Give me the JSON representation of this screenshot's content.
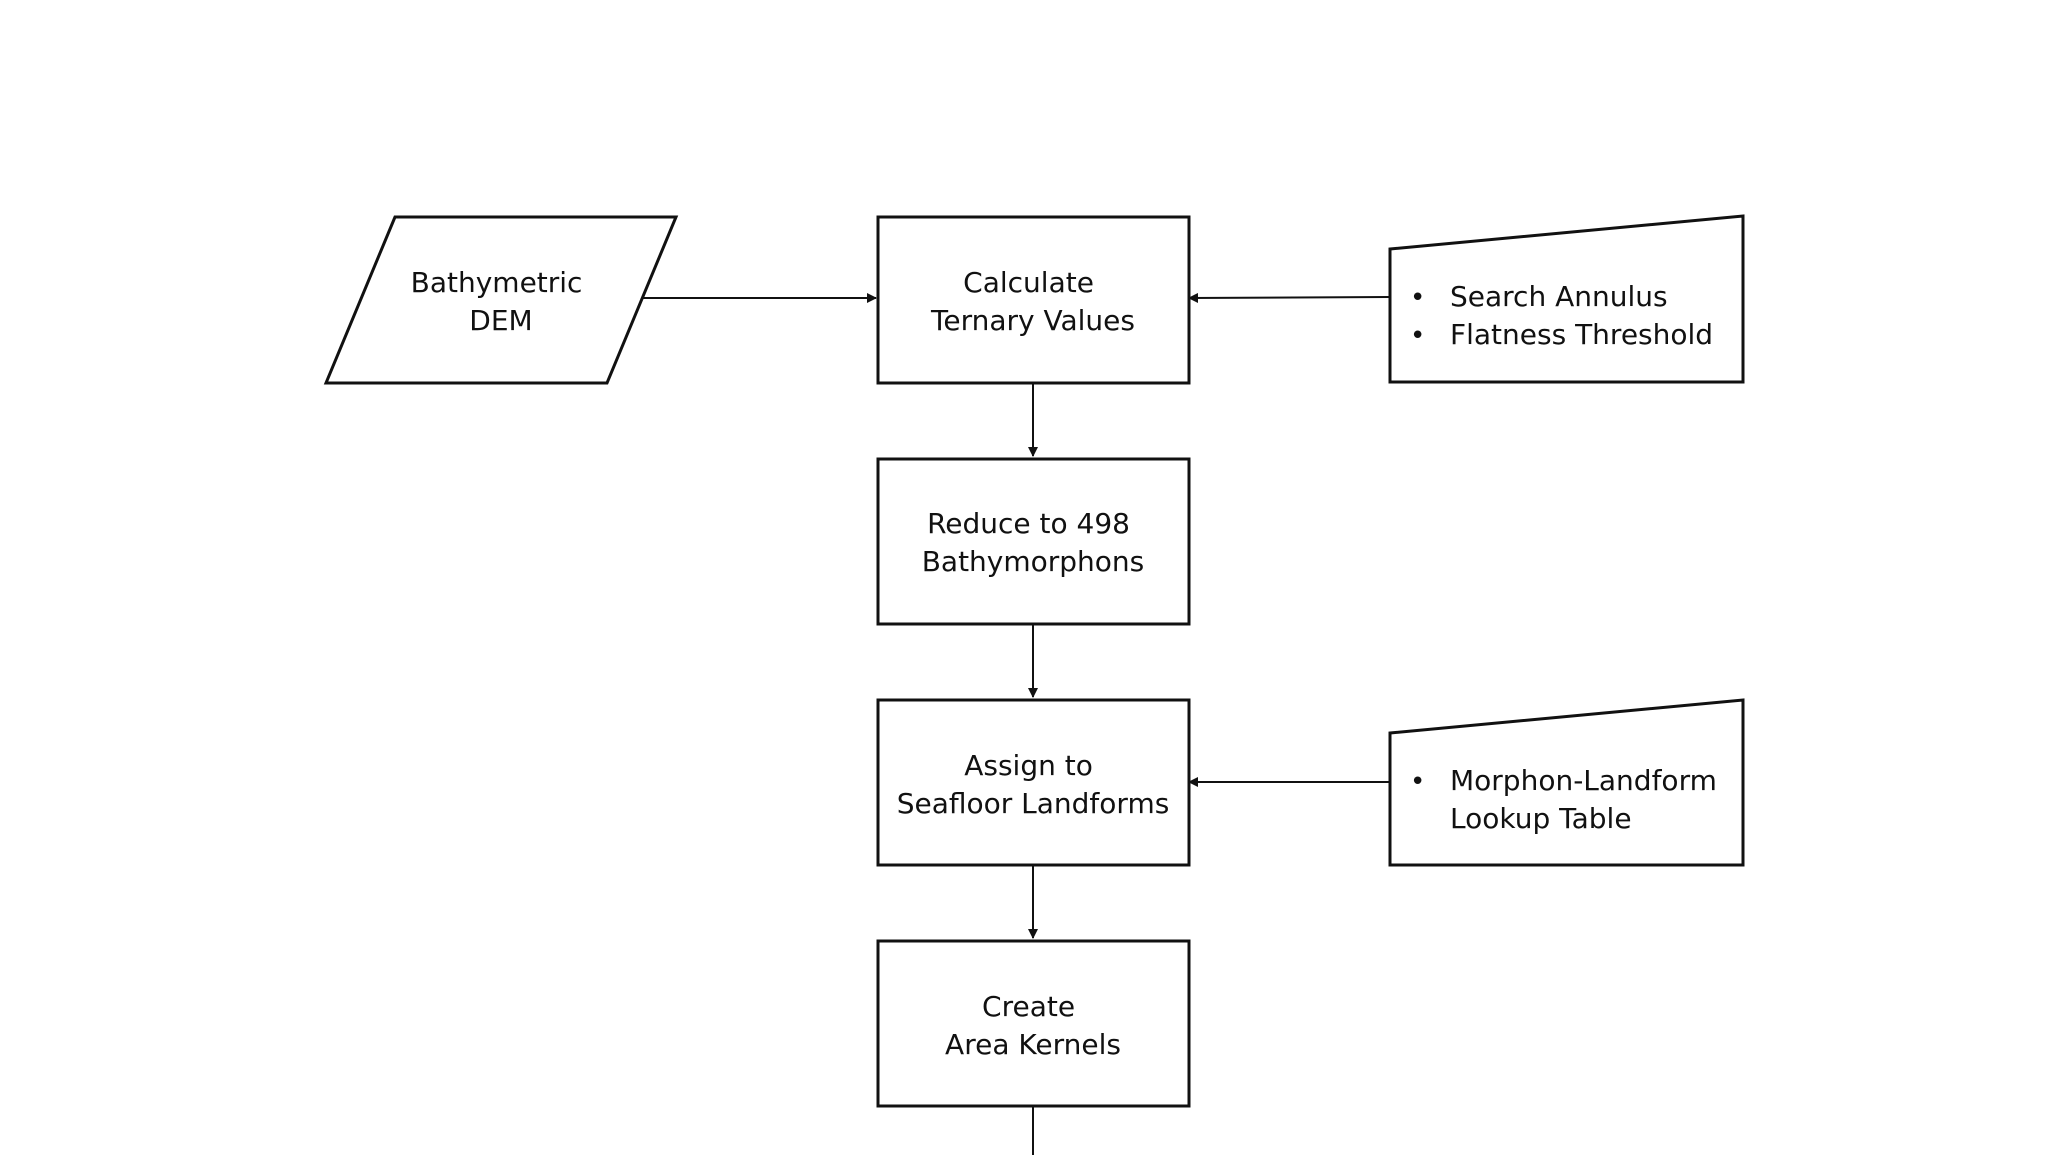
{
  "nodes": {
    "input_dem": {
      "lines": [
        "Bathymetric",
        "DEM"
      ]
    },
    "calc_ternary": {
      "lines": [
        "Calculate",
        "Ternary Values"
      ]
    },
    "reduce_bathymorphons": {
      "lines": [
        "Reduce to 498",
        "Bathymorphons"
      ]
    },
    "assign_landforms": {
      "lines": [
        "Assign to",
        "Seafloor Landforms"
      ]
    },
    "create_kernels": {
      "lines": [
        "Create",
        "Area Kernels"
      ]
    },
    "params_ternary": {
      "bullets": [
        [
          "Search Annulus"
        ],
        [
          "Flatness Threshold"
        ]
      ]
    },
    "params_landform": {
      "bullets": [
        [
          "Morphon-Landform",
          "Lookup Table"
        ]
      ]
    }
  },
  "bullet_glyph": "•"
}
